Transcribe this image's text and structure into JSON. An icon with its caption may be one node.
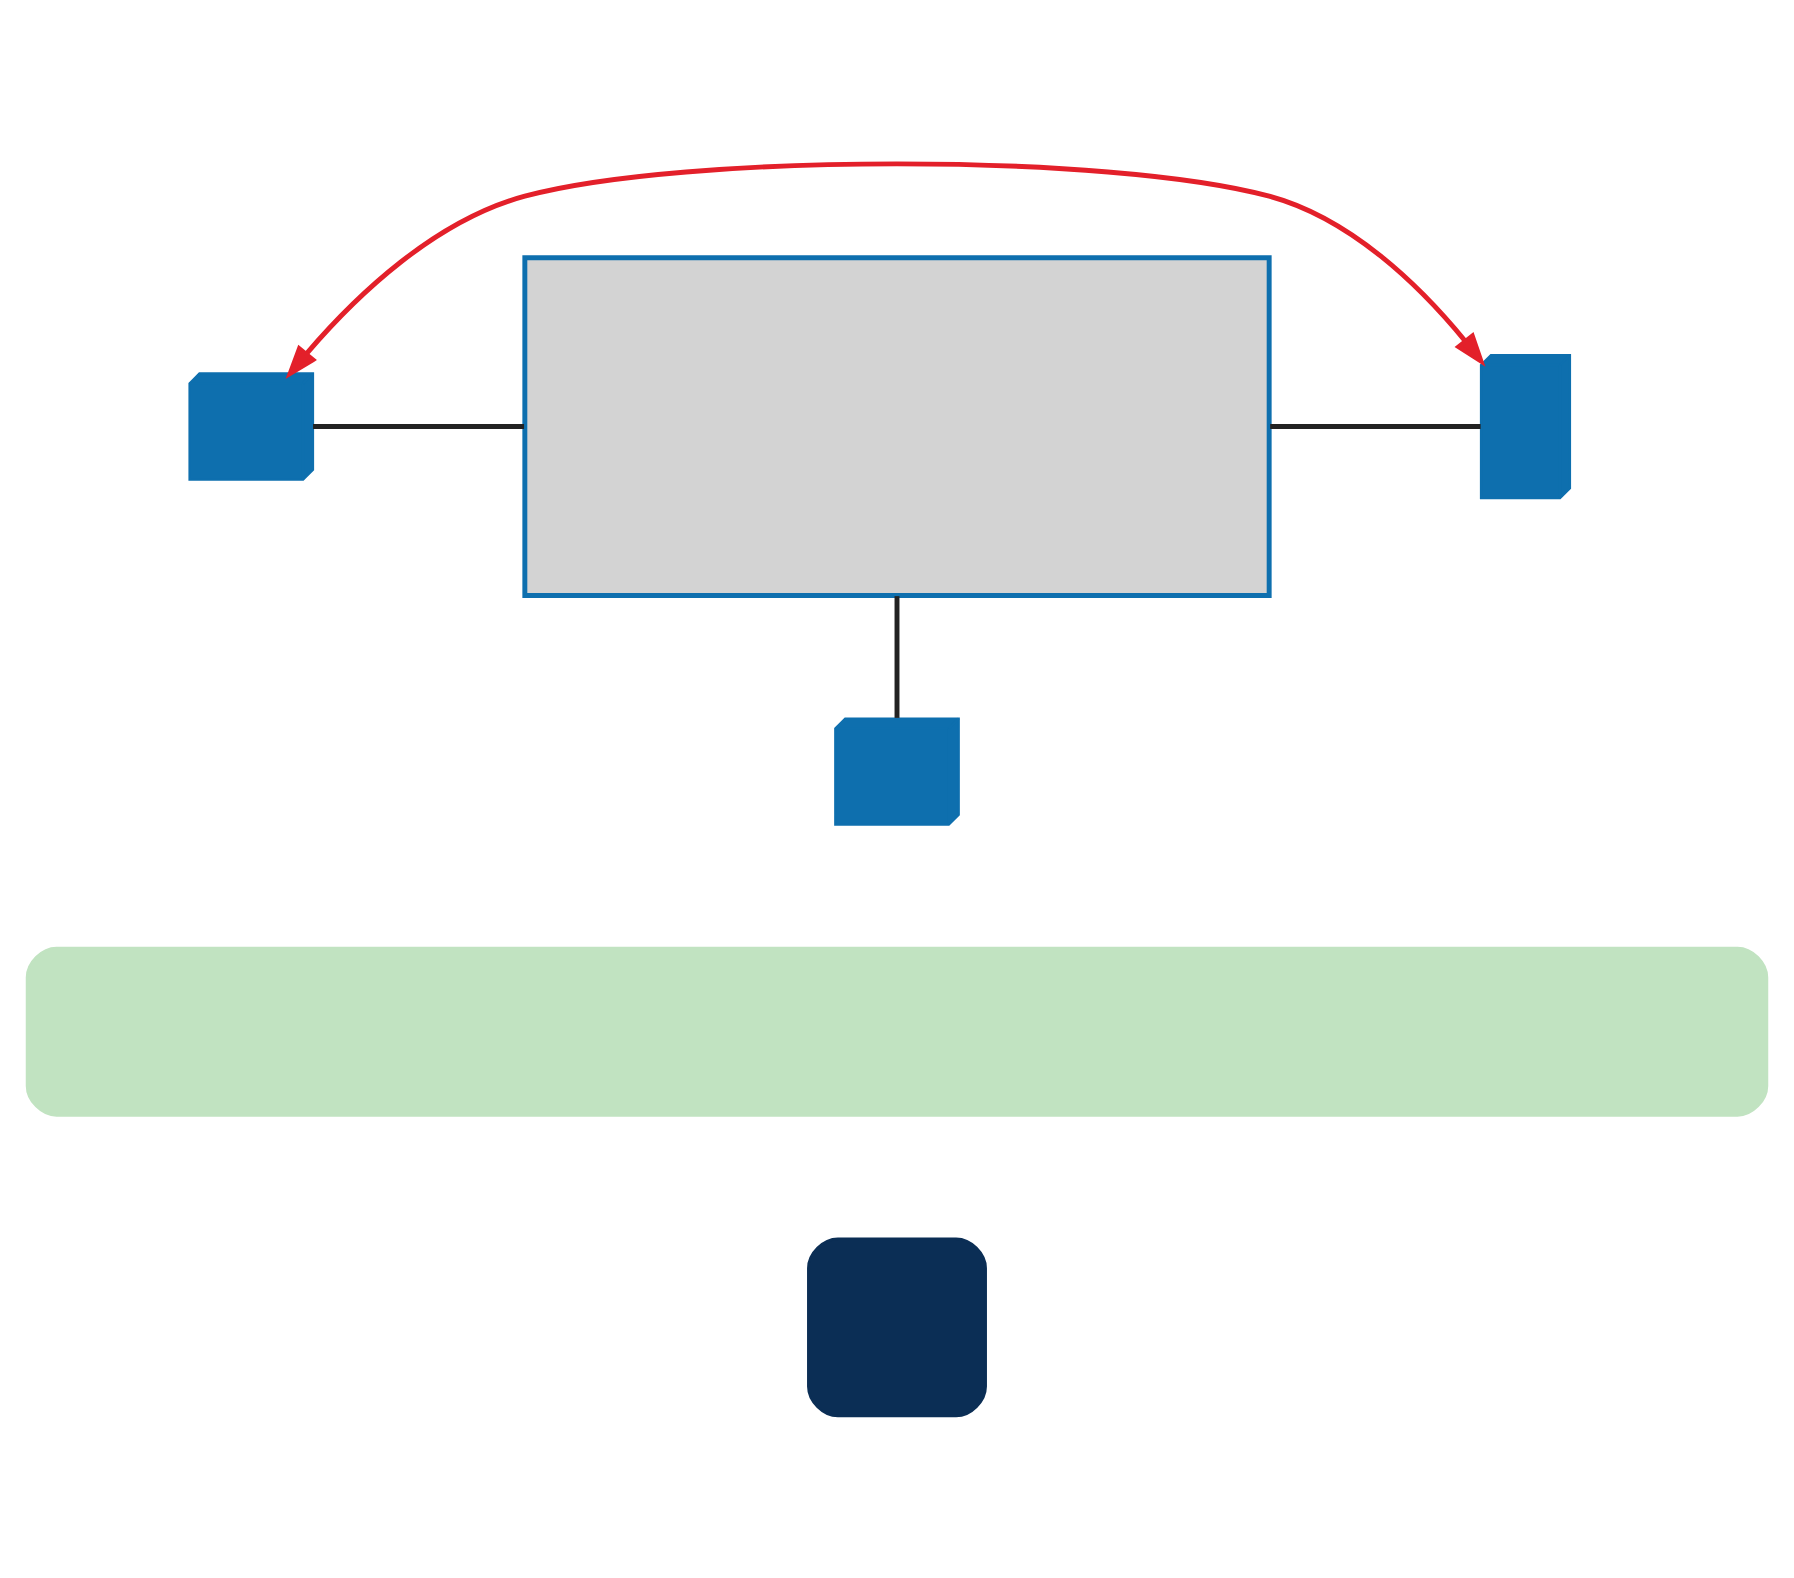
{
  "diagram": {
    "nodes": [
      {
        "text": [],
        "shape": "computer"
      },
      {
        "text": [],
        "shape": "box"
      },
      {
        "text": [],
        "shape": "server"
      },
      {
        "text": [],
        "shape": "computer"
      },
      {
        "text": [],
        "shape": "bar"
      },
      {
        "text": [],
        "shape": "tab"
      }
    ],
    "edges": [
      {
        "from": 0,
        "to": 1,
        "arrow": "none"
      },
      {
        "from": 1,
        "to": 2,
        "arrow": "none"
      },
      {
        "from": 1,
        "to": 3,
        "arrow": "none"
      },
      {
        "from": 0,
        "to": 2,
        "arrow": "both",
        "color": "#e3202a"
      }
    ]
  }
}
